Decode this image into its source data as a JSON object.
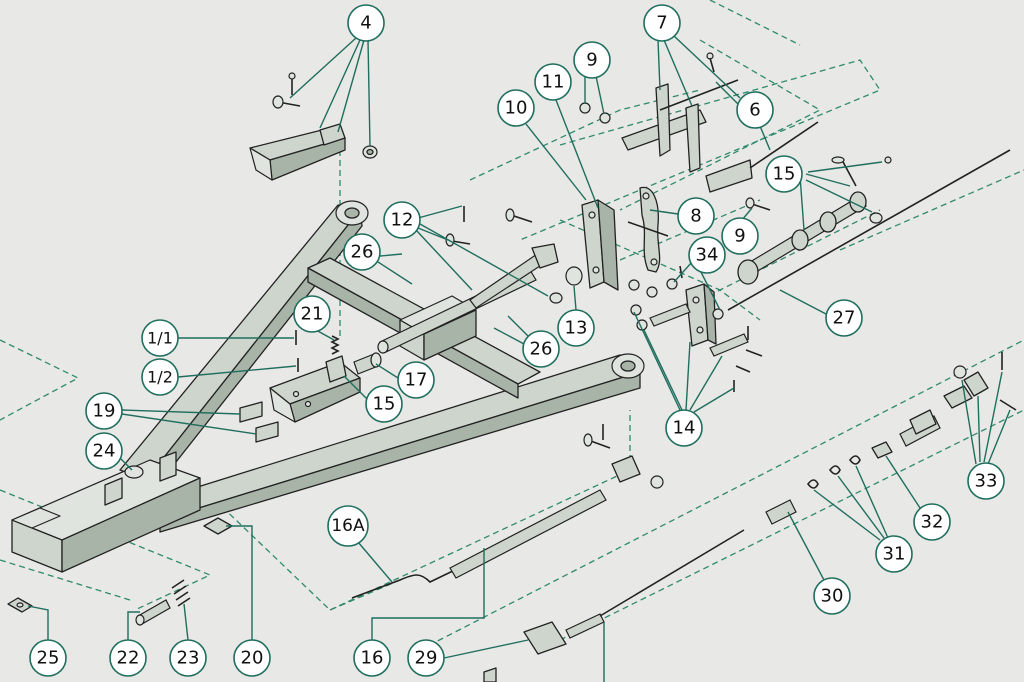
{
  "colors": {
    "background": "#e8e8e6",
    "callout_stroke": "#1f6e5e",
    "dashed_line": "#2f8a6f",
    "part_fill": "#cdd5cc",
    "outline": "#222222"
  },
  "callouts": [
    {
      "id": "c1",
      "label": "4"
    },
    {
      "id": "c2",
      "label": "7"
    },
    {
      "id": "c3",
      "label": "9"
    },
    {
      "id": "c4",
      "label": "11"
    },
    {
      "id": "c5",
      "label": "10"
    },
    {
      "id": "c6",
      "label": "6"
    },
    {
      "id": "c7",
      "label": "15"
    },
    {
      "id": "c8",
      "label": "12"
    },
    {
      "id": "c9",
      "label": "8"
    },
    {
      "id": "c10",
      "label": "9"
    },
    {
      "id": "c11",
      "label": "26"
    },
    {
      "id": "c12",
      "label": "34"
    },
    {
      "id": "c13",
      "label": "27"
    },
    {
      "id": "c14",
      "label": "21"
    },
    {
      "id": "c15",
      "label": "13"
    },
    {
      "id": "c16",
      "label": "26"
    },
    {
      "id": "c17",
      "label": "1/1"
    },
    {
      "id": "c18",
      "label": "1/2"
    },
    {
      "id": "c19",
      "label": "17"
    },
    {
      "id": "c20",
      "label": "15"
    },
    {
      "id": "c21",
      "label": "19"
    },
    {
      "id": "c22",
      "label": "14"
    },
    {
      "id": "c23",
      "label": "24"
    },
    {
      "id": "c24",
      "label": "33"
    },
    {
      "id": "c25",
      "label": "16A"
    },
    {
      "id": "c26",
      "label": "32"
    },
    {
      "id": "c27",
      "label": "31"
    },
    {
      "id": "c28",
      "label": "30"
    },
    {
      "id": "c29",
      "label": "25"
    },
    {
      "id": "c30",
      "label": "22"
    },
    {
      "id": "c31",
      "label": "23"
    },
    {
      "id": "c32",
      "label": "20"
    },
    {
      "id": "c33",
      "label": "16"
    },
    {
      "id": "c34",
      "label": "29"
    }
  ]
}
